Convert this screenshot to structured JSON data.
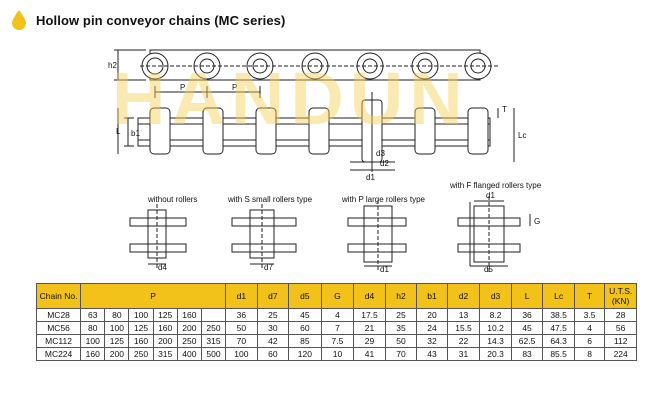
{
  "header": {
    "title": "Hollow pin conveyor chains (MC series)",
    "watermark": "HANDUN",
    "accent_color": "#f2c21a"
  },
  "drawing_labels": {
    "h2": "h2",
    "P1": "P",
    "P2": "P",
    "T": "T",
    "L": "L",
    "b1": "b1",
    "Lc": "Lc",
    "d3": "d3",
    "d2": "d2",
    "d1": "d1"
  },
  "roller_types": [
    {
      "label": "without rollers",
      "dim": "d4"
    },
    {
      "label": "with S small rollers type",
      "dim": "d7"
    },
    {
      "label": "with P large rollers type",
      "dim": "d1"
    },
    {
      "label": "with F flanged rollers type",
      "dim": "d5",
      "dim_top": "d1",
      "dim_side": "G"
    }
  ],
  "table": {
    "headers": [
      "Chain No.",
      "P",
      "d1",
      "d7",
      "d5",
      "G",
      "d4",
      "h2",
      "b1",
      "d2",
      "d3",
      "L",
      "Lc",
      "T",
      "U.T.S. (KN)"
    ],
    "rows": [
      {
        "chain": "MC28",
        "p": [
          "63",
          "80",
          "100",
          "125",
          "160",
          ""
        ],
        "vals": [
          "36",
          "25",
          "45",
          "4",
          "17.5",
          "25",
          "20",
          "13",
          "8.2",
          "36",
          "38.5",
          "3.5",
          "28"
        ]
      },
      {
        "chain": "MC56",
        "p": [
          "80",
          "100",
          "125",
          "160",
          "200",
          "250"
        ],
        "vals": [
          "50",
          "30",
          "60",
          "7",
          "21",
          "35",
          "24",
          "15.5",
          "10.2",
          "45",
          "47.5",
          "4",
          "56"
        ]
      },
      {
        "chain": "MC112",
        "p": [
          "100",
          "125",
          "160",
          "200",
          "250",
          "315"
        ],
        "vals": [
          "70",
          "42",
          "85",
          "7.5",
          "29",
          "50",
          "32",
          "22",
          "14.3",
          "62.5",
          "64.3",
          "6",
          "112"
        ]
      },
      {
        "chain": "MC224",
        "p": [
          "160",
          "200",
          "250",
          "315",
          "400",
          "500"
        ],
        "vals": [
          "100",
          "60",
          "120",
          "10",
          "41",
          "70",
          "43",
          "31",
          "20.3",
          "83",
          "85.5",
          "8",
          "224"
        ]
      }
    ]
  }
}
